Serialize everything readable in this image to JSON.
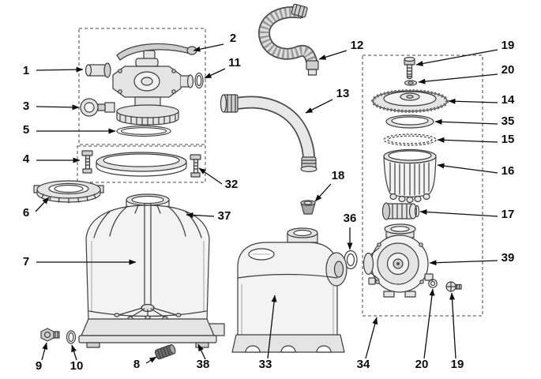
{
  "diagram": {
    "background_color": "#ffffff",
    "line_color": "#3c3c3c",
    "label_color": "#0d0d0d",
    "callouts": {
      "item1": "1",
      "item2": "2",
      "item3": "3",
      "item4": "4",
      "item5": "5",
      "item6": "6",
      "item7": "7",
      "item8": "8",
      "item9": "9",
      "item10": "10",
      "item11": "11",
      "item12": "12",
      "item13": "13",
      "item14": "14",
      "item15": "15",
      "item16": "16",
      "item17": "17",
      "item18": "18",
      "item19_top": "19",
      "item20_top": "20",
      "item32": "32",
      "item33": "33",
      "item34": "34",
      "item35": "35",
      "item36": "36",
      "item37": "37",
      "item38": "38",
      "item39": "39",
      "item20_bottom": "20",
      "item19_bottom": "19"
    }
  }
}
